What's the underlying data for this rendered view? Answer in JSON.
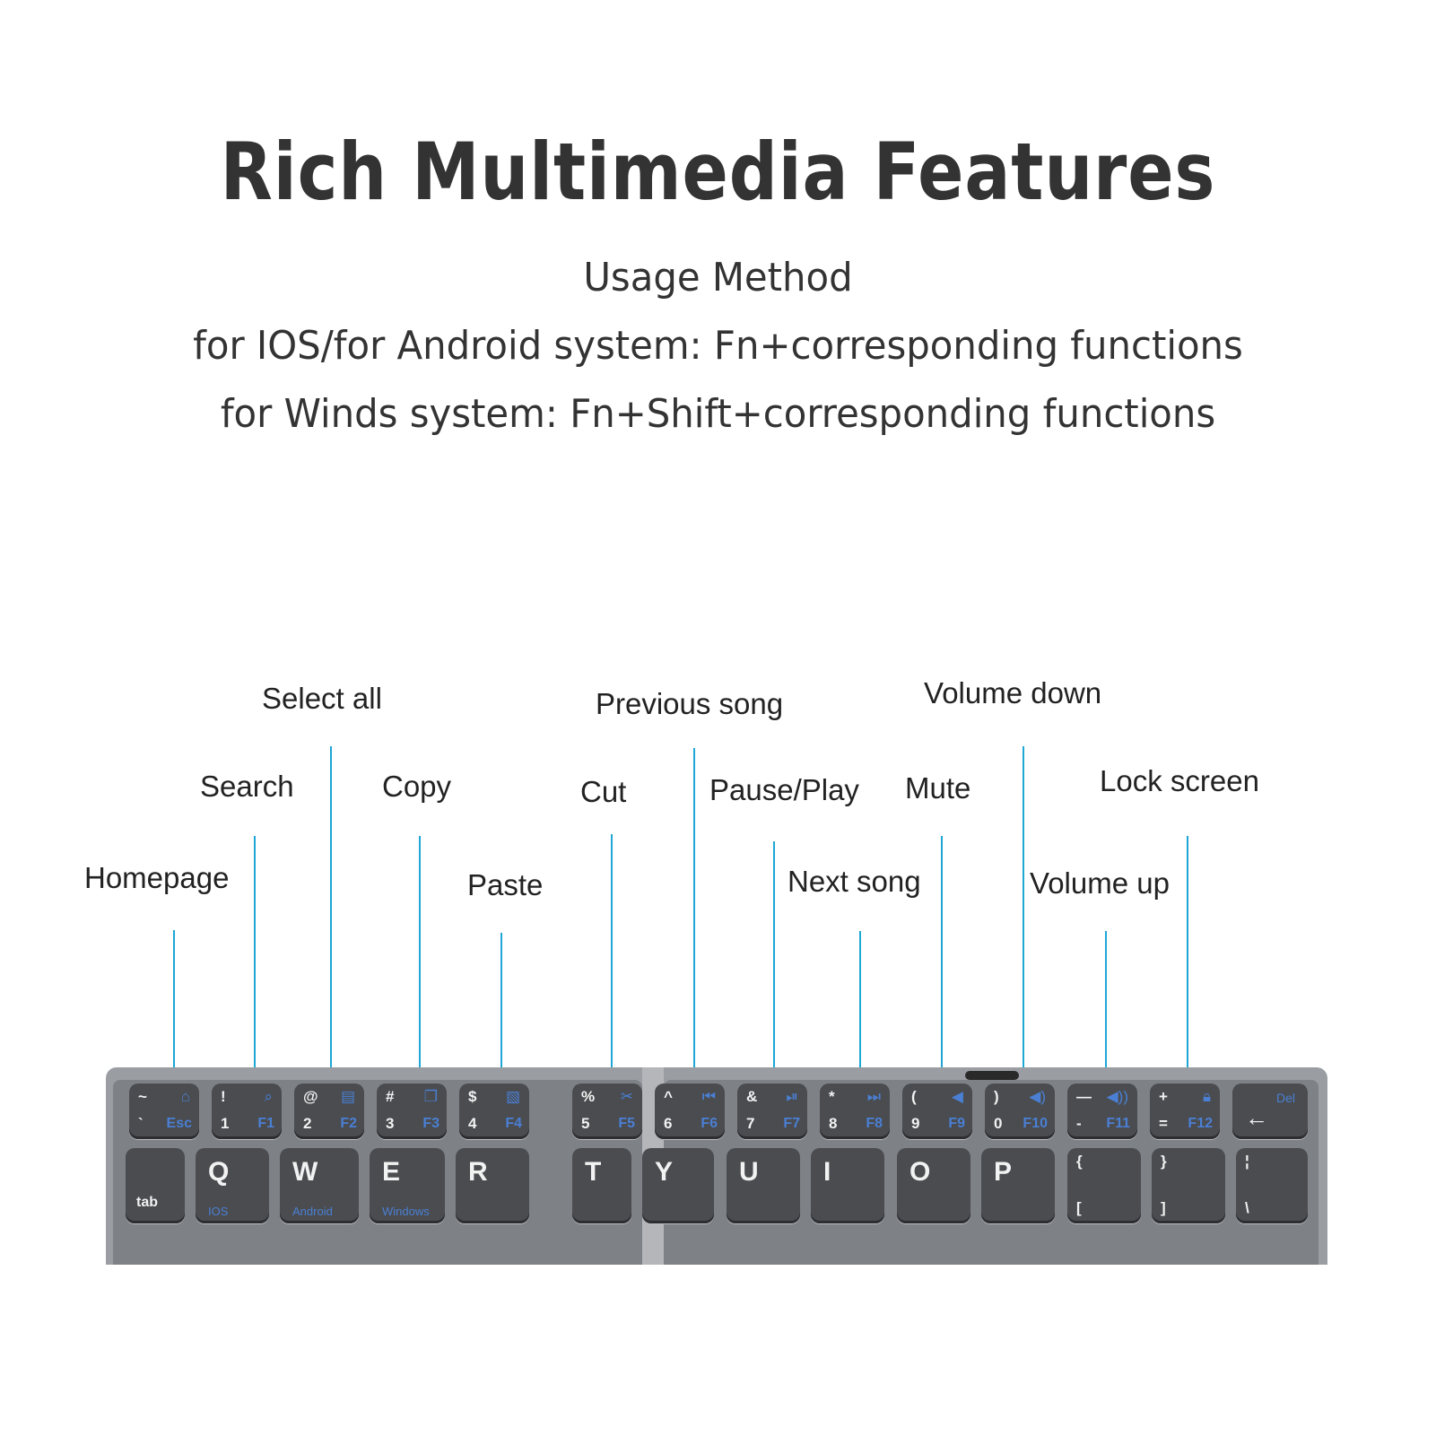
{
  "title": "Rich Multimedia Features",
  "subtitle": {
    "line1": "Usage Method",
    "line2": "for IOS/for Android system: Fn+corresponding functions",
    "line3": "for Winds system: Fn+Shift+corresponding functions"
  },
  "colors": {
    "accent_line": "#1ea7d6",
    "text": "#333333",
    "key_legend_blue": "#4a7fd3"
  },
  "callouts": {
    "homepage": "Homepage",
    "search": "Search",
    "select_all": "Select all",
    "copy": "Copy",
    "paste": "Paste",
    "cut": "Cut",
    "previous_song": "Previous song",
    "pause_play": "Pause/Play",
    "next_song": "Next song",
    "mute": "Mute",
    "volume_down": "Volume down",
    "volume_up": "Volume up",
    "lock_screen": "Lock screen"
  },
  "keyboard": {
    "fn_row": [
      {
        "top": "~",
        "bottom": "`",
        "fn": "Esc",
        "icon": "home-icon"
      },
      {
        "top": "!",
        "bottom": "1",
        "fn": "F1",
        "icon": "search-icon"
      },
      {
        "top": "@",
        "bottom": "2",
        "fn": "F2",
        "icon": "select-all-icon"
      },
      {
        "top": "#",
        "bottom": "3",
        "fn": "F3",
        "icon": "copy-icon"
      },
      {
        "top": "$",
        "bottom": "4",
        "fn": "F4",
        "icon": "paste-icon"
      },
      {
        "top": "%",
        "bottom": "5",
        "fn": "F5",
        "icon": "cut-icon"
      },
      {
        "top": "^",
        "bottom": "6",
        "fn": "F6",
        "icon": "previous-song-icon"
      },
      {
        "top": "&",
        "bottom": "7",
        "fn": "F7",
        "icon": "play-pause-icon"
      },
      {
        "top": "*",
        "bottom": "8",
        "fn": "F8",
        "icon": "next-song-icon"
      },
      {
        "top": "(",
        "bottom": "9",
        "fn": "F9",
        "icon": "mute-icon"
      },
      {
        "top": ")",
        "bottom": "0",
        "fn": "F10",
        "icon": "volume-down-icon"
      },
      {
        "top": "—",
        "bottom": "-",
        "fn": "F11",
        "icon": "volume-up-icon"
      },
      {
        "top": "+",
        "bottom": "=",
        "fn": "F12",
        "icon": "lock-icon"
      },
      {
        "del": "Del",
        "arrow": "←"
      }
    ],
    "alpha_row": [
      {
        "label": "tab"
      },
      {
        "label": "Q",
        "sub": "IOS"
      },
      {
        "label": "W",
        "sub": "Android"
      },
      {
        "label": "E",
        "sub": "Windows"
      },
      {
        "label": "R"
      },
      {
        "label": "T"
      },
      {
        "label": "Y"
      },
      {
        "label": "U"
      },
      {
        "label": "I"
      },
      {
        "label": "O"
      },
      {
        "label": "P"
      },
      {
        "top": "{",
        "bottom": "["
      },
      {
        "top": "}",
        "bottom": "]"
      },
      {
        "top": "¦",
        "bottom": "\\"
      }
    ]
  }
}
